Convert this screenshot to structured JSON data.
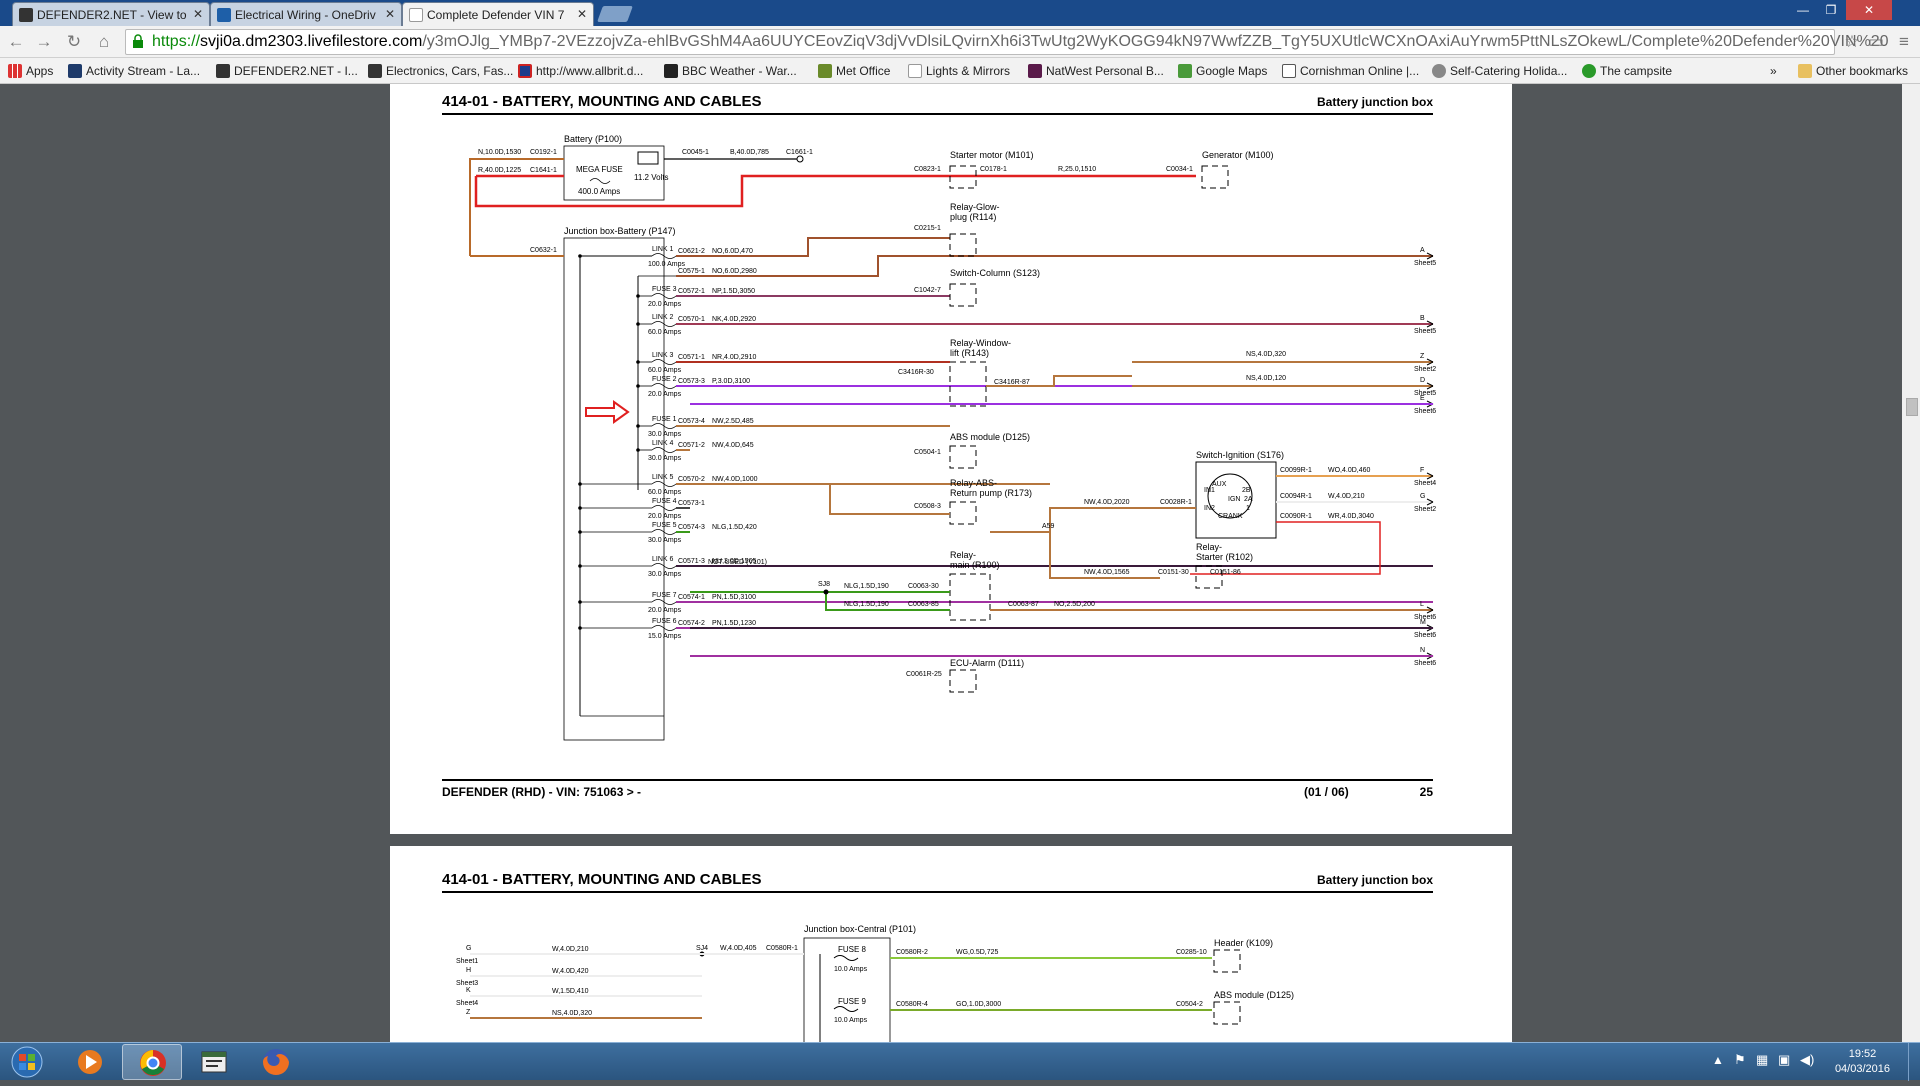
{
  "browser": {
    "tabs": [
      {
        "title": "DEFENDER2.NET - View to",
        "active": false
      },
      {
        "title": "Electrical Wiring - OneDriv",
        "active": false
      },
      {
        "title": "Complete Defender VIN 7",
        "active": true
      }
    ],
    "window_controls": [
      "—",
      "❐",
      "✕"
    ],
    "url_scheme": "https://",
    "url_host": "svji0a.dm2303.livefilestore.com",
    "url_path": "/y3mOJlg_YMBp7-2VEzzojvZa-ehlBvGShM4Aa6UUYCEovZiqV3djVvDlsiLQvirnXh6i3TwUtg2WyKOGG94kN97WwfZZB_TgY5UXUtlcWCXnOAxiAuYrwm5PttNLsZOkewL/Complete%20Defender%20VIN%20",
    "bookmarks": [
      {
        "label": "Apps",
        "icon": "apps-icon"
      },
      {
        "label": "Activity Stream - La...",
        "icon": "n-icon"
      },
      {
        "label": "DEFENDER2.NET - I...",
        "icon": "defender-icon"
      },
      {
        "label": "Electronics, Cars, Fas...",
        "icon": "ebay-icon"
      },
      {
        "label": "http://www.allbrit.d...",
        "icon": "union-jack-icon"
      },
      {
        "label": "BBC Weather - War...",
        "icon": "bbc-icon"
      },
      {
        "label": "Met Office",
        "icon": "metoffice-icon"
      },
      {
        "label": "Lights & Mirrors",
        "icon": "page-icon"
      },
      {
        "label": "NatWest Personal B...",
        "icon": "natwest-icon"
      },
      {
        "label": "Google Maps",
        "icon": "maps-icon"
      },
      {
        "label": "Cornishman Online |...",
        "icon": "comment-icon"
      },
      {
        "label": "Self-Catering Holida...",
        "icon": "globe-icon"
      },
      {
        "label": "The campsite",
        "icon": "star-icon"
      }
    ],
    "bookmarks_overflow": "»",
    "other_bookmarks": "Other bookmarks"
  },
  "page1": {
    "section_title": "414-01 - BATTERY, MOUNTING AND CABLES",
    "sub_title": "Battery junction box",
    "footer_left": "DEFENDER  (RHD) - VIN: 751063 > -",
    "footer_mid": "(01 / 06)",
    "footer_page": "25",
    "components": {
      "battery": "Battery (P100)",
      "battery_volts": "11.2 Volts",
      "mega_fuse": "MEGA FUSE",
      "mega_fuse_amps": "400.0 Amps",
      "starter": "Starter motor (M101)",
      "generator": "Generator (M100)",
      "jbox": "Junction box-Battery (P147)",
      "relay_glow": [
        "Relay-Glow-",
        "plug (R114)"
      ],
      "switch_column": "Switch-Column (S123)",
      "relay_window": [
        "Relay-Window-",
        "lift (R143)"
      ],
      "abs_module": "ABS module (D125)",
      "relay_abs": [
        "Relay-ABS-",
        "Return pump (R173)"
      ],
      "switch_ign": "Switch-Ignition (S176)",
      "relay_starter": [
        "Relay-",
        "Starter (R102)"
      ],
      "relay_main": [
        "Relay-",
        "main (R100)"
      ],
      "ecu_alarm": "ECU-Alarm (D111)",
      "ign_labels": [
        "AUX",
        "IN1",
        "2B",
        "IGN",
        "2A",
        "IN2",
        "1",
        "CRANK"
      ],
      "not_used": "NOT USED (V101)"
    },
    "connectors": {
      "c0192": "C0192-1",
      "c1641": "C1641-1",
      "c0045": "C0045-1",
      "c1661": "C1661-1",
      "c0823": "C0823-1",
      "c0178": "C0178-1",
      "c0034": "C0034-1",
      "c0632": "C0632-1",
      "c0215": "C0215-1",
      "c1042": "C1042-7",
      "c3416r30": "C3416R-30",
      "c3416r87": "C3416R-87",
      "c0504": "C0504-1",
      "c0508": "C0508-3",
      "c0028r": "C0028R-1",
      "c0099r": "C0099R-1",
      "c0094r": "C0094R-1",
      "c0090r": "C0090R-1",
      "c0151_30": "C0151-30",
      "c0151_86": "C0151-86",
      "c0063_30": "C0063-30",
      "c0063_85": "C0063-85",
      "c0063_87": "C0063-87",
      "c0061r": "C0061R-25",
      "a59": "A59",
      "sj8": "SJ8"
    },
    "wires": {
      "top_n": "N,10.0D,1530",
      "top_r": "R,40.0D,1225",
      "top_b": "B,40.0D,785",
      "starter_r": "R,25.0,1510",
      "nw_2020": "NW,4.0D,2020",
      "nw_1565": "NW,4.0D,1565",
      "wo_460": "WO,4.0D,460",
      "w_210": "W,4.0D,210",
      "wr_3040": "WR,4.0D,3040",
      "ns_320": "NS,4.0D,320",
      "ns_120": "NS,4.0D,120",
      "nlg_190a": "NLG,1.5D,190",
      "nlg_190b": "NLG,1.5D,190",
      "no_200": "NO,2.5D,200"
    },
    "fuse_rows": [
      {
        "fuse": "LINK 1",
        "amps": "100.0 Amps",
        "conn": "C0621-2",
        "wire": "NO,6.0D,470",
        "color": "#a0522d"
      },
      {
        "fuse": "",
        "amps": "",
        "conn": "C0575-1",
        "wire": "NO,6.0D,2980",
        "color": "#a0522d"
      },
      {
        "fuse": "FUSE 3",
        "amps": "20.0 Amps",
        "conn": "C0572-1",
        "wire": "NP,1.5D,3050",
        "color": "#8b3a62"
      },
      {
        "fuse": "LINK 2",
        "amps": "60.0 Amps",
        "conn": "C0570-1",
        "wire": "NK,4.0D,2920",
        "color": "#a03a55"
      },
      {
        "fuse": "LINK 3",
        "amps": "60.0 Amps",
        "conn": "C0571-1",
        "wire": "NR,4.0D,2910",
        "color": "#b03020"
      },
      {
        "fuse": "FUSE 2",
        "amps": "20.0 Amps",
        "conn": "C0573-3",
        "wire": "P,3.0D,3100",
        "color": "#9b30e0"
      },
      {
        "fuse": "FUSE 1",
        "amps": "30.0 Amps",
        "conn": "C0573-4",
        "wire": "NW,2.5D,485",
        "color": "#b5763d"
      },
      {
        "fuse": "LINK 4",
        "amps": "30.0 Amps",
        "conn": "C0571-2",
        "wire": "NW,4.0D,645",
        "color": "#b5763d"
      },
      {
        "fuse": "LINK 5",
        "amps": "60.0 Amps",
        "conn": "C0570-2",
        "wire": "NW,4.0D,1000",
        "color": "#b5763d"
      },
      {
        "fuse": "FUSE 4",
        "amps": "20.0 Amps",
        "conn": "C0573-1",
        "wire": "",
        "color": "#444444"
      },
      {
        "fuse": "FUSE 5",
        "amps": "30.0 Amps",
        "conn": "C0574-3",
        "wire": "NLG,1.5D,420",
        "color": "#3a9a1a"
      },
      {
        "fuse": "LINK 6",
        "amps": "30.0 Amps",
        "conn": "C0571-3",
        "wire": "NU,3.0D,1565",
        "color": "#3a1a3a"
      },
      {
        "fuse": "FUSE 7",
        "amps": "20.0 Amps",
        "conn": "C0574-1",
        "wire": "PN,1.5D,3100",
        "color": "#a030a0"
      },
      {
        "fuse": "FUSE 6",
        "amps": "15.0 Amps",
        "conn": "C0574-2",
        "wire": "PN,1.5D,1230",
        "color": "#a030a0"
      }
    ],
    "sheet_refs": [
      {
        "letter": "A",
        "sheet": "Sheet5"
      },
      {
        "letter": "B",
        "sheet": "Sheet5"
      },
      {
        "letter": "Z",
        "sheet": "Sheet2"
      },
      {
        "letter": "D",
        "sheet": "Sheet5"
      },
      {
        "letter": "E",
        "sheet": "Sheet6"
      },
      {
        "letter": "F",
        "sheet": "Sheet4"
      },
      {
        "letter": "G",
        "sheet": "Sheet2"
      },
      {
        "letter": "L",
        "sheet": "Sheet6"
      },
      {
        "letter": "M",
        "sheet": "Sheet6"
      },
      {
        "letter": "N",
        "sheet": "Sheet6"
      }
    ]
  },
  "page2": {
    "section_title": "414-01 - BATTERY, MOUNTING AND CABLES",
    "sub_title": "Battery junction box",
    "jbox": "Junction box-Central (P101)",
    "header": "Header (K109)",
    "abs": "ABS module (D125)",
    "fuse8": "FUSE 8",
    "fuse8_amps": "10.0 Amps",
    "fuse9": "FUSE 9",
    "fuse9_amps": "10.0 Amps",
    "left_refs": [
      {
        "letter": "G",
        "sheet": "Sheet1",
        "wire": "W,4.0D,210"
      },
      {
        "letter": "H",
        "sheet": "Sheet3",
        "wire": "W,4.0D,420"
      },
      {
        "letter": "K",
        "sheet": "Sheet4",
        "wire": "W,1.5D,410"
      },
      {
        "letter": "Z",
        "sheet": "",
        "wire": "NS,4.0D,320"
      }
    ],
    "sj4": "SJ4",
    "w_405": "W,4.0D,405",
    "c0580r1": "C0580R-1",
    "c0580r2": "C0580R-2",
    "wg_725": "WG,0.5D,725",
    "c0285": "C0285-10",
    "c0580r4": "C0580R-4",
    "go_3000": "GO,1.0D,3000",
    "c0504": "C0504-2"
  },
  "taskbar": {
    "clock_time": "19:52",
    "clock_date": "04/03/2016"
  }
}
